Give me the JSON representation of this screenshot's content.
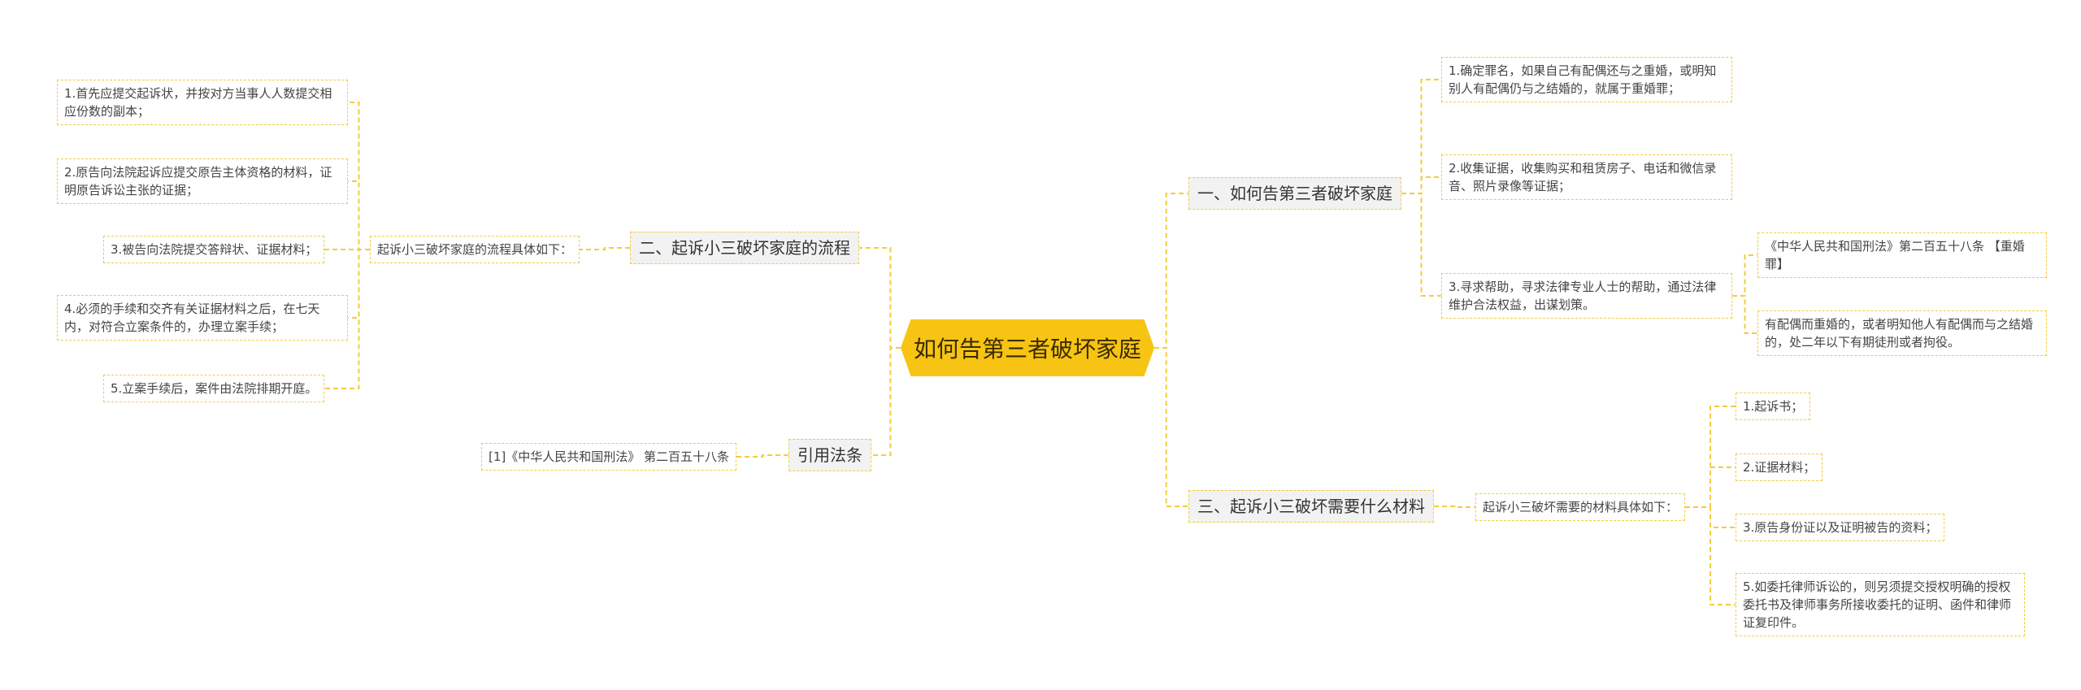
{
  "root": {
    "label": "如何告第三者破坏家庭"
  },
  "right": {
    "sec1": {
      "label": "一、如何告第三者破坏家庭",
      "items": [
        "1.确定罪名，如果自己有配偶还与之重婚，或明知别人有配偶仍与之结婚的，就属于重婚罪；",
        "2.收集证据，收集购买和租赁房子、电话和微信录音、照片录像等证据；",
        "3.寻求帮助，寻求法律专业人士的帮助，通过法律维护合法权益，出谋划策。"
      ],
      "sub": [
        "《中华人民共和国刑法》第二百五十八条 【重婚罪】",
        "有配偶而重婚的，或者明知他人有配偶而与之结婚的，处二年以下有期徒刑或者拘役。"
      ]
    },
    "sec3": {
      "label": "三、起诉小三破坏需要什么材料",
      "intro": "起诉小三破坏需要的材料具体如下：",
      "items": [
        "1.起诉书；",
        "2.证据材料；",
        "3.原告身份证以及证明被告的资料；",
        "5.如委托律师诉讼的，则另须提交授权明确的授权委托书及律师事务所接收委托的证明、函件和律师证复印件。"
      ]
    }
  },
  "left": {
    "sec2": {
      "label": "二、起诉小三破坏家庭的流程",
      "intro": "起诉小三破坏家庭的流程具体如下：",
      "items": [
        "1.首先应提交起诉状，并按对方当事人人数提交相应份数的副本；",
        "2.原告向法院起诉应提交原告主体资格的材料，证明原告诉讼主张的证据；",
        "3.被告向法院提交答辩状、证据材料；",
        "4.必须的手续和交齐有关证据材料之后，在七天内，对符合立案条件的，办理立案手续；",
        "5.立案手续后，案件由法院排期开庭。"
      ]
    },
    "ref": {
      "label": "引用法条",
      "items": [
        "[1]《中华人民共和国刑法》 第二百五十八条"
      ]
    }
  },
  "colors": {
    "root": "#f7c413",
    "line": "#f3cc3e",
    "midbg": "#f2f2f2"
  }
}
